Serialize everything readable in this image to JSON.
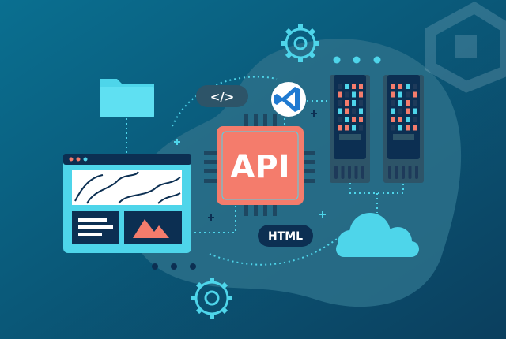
{
  "illustration": {
    "chip_label": "API",
    "code_badge_label": "</>",
    "html_badge_label": "HTML",
    "icons": [
      "folder-icon",
      "browser-window-icon",
      "code-tag-icon",
      "vscode-icon",
      "api-chip-icon",
      "server-icon",
      "cloud-icon",
      "gear-icon",
      "brand-logo-icon"
    ]
  },
  "colors": {
    "background": "#0e5876",
    "blob": "#2b7089",
    "navy": "#0c2f52",
    "cyan": "#4ed5ea",
    "coral": "#f47c6c",
    "server_body": "#2d5468",
    "white": "#ffffff",
    "vscode_blue": "#1f7ad1"
  },
  "servers": [
    {
      "leds": [
        "dcrr",
        "rdcr",
        "drcd",
        "crdc",
        "dcrr",
        "rrcd"
      ]
    },
    {
      "leds": [
        "rrcd",
        "rcdr",
        "dcrd",
        "cdrc",
        "rrcd",
        "dcrr"
      ]
    }
  ]
}
